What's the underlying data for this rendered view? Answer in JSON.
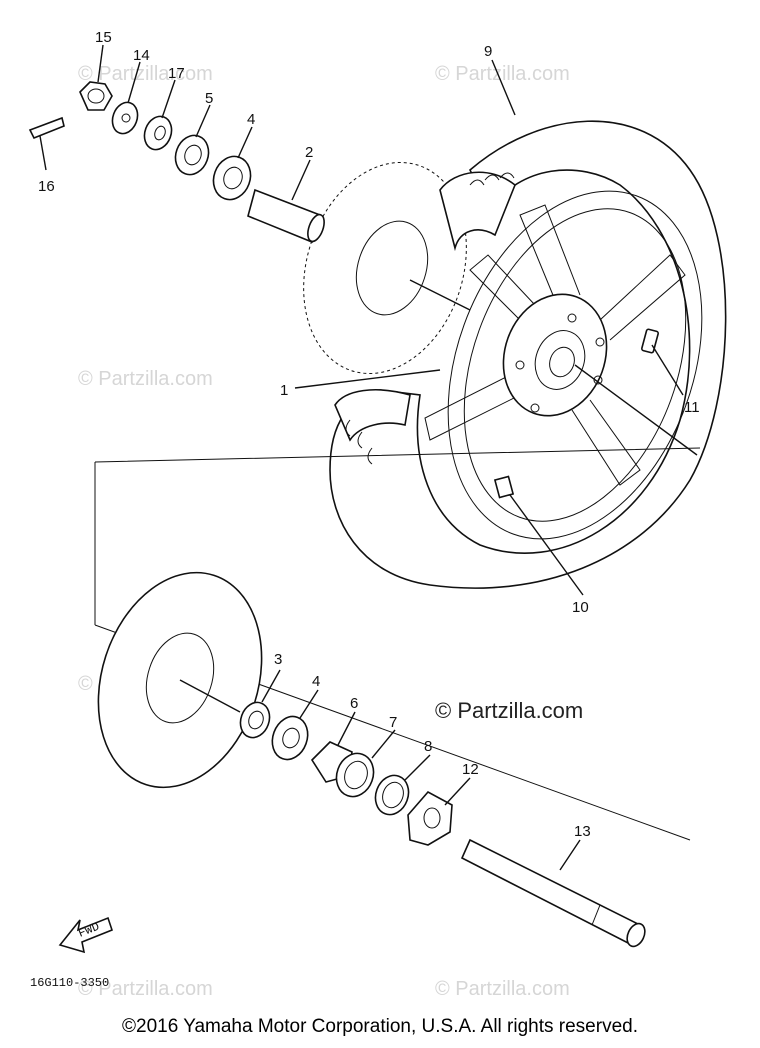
{
  "watermark": "© Partzilla.com",
  "drawing_code": "16G110-3350",
  "fwd_label": "FWD",
  "copyright": "©2016 Yamaha Motor Corporation, U.S.A. All rights reserved.",
  "callouts": {
    "c1": "1",
    "c2": "2",
    "c3": "3",
    "c4a": "4",
    "c4b": "4",
    "c5": "5",
    "c6": "6",
    "c7": "7",
    "c8": "8",
    "c9": "9",
    "c10": "10",
    "c11": "11",
    "c12": "12",
    "c13": "13",
    "c14": "14",
    "c15": "15",
    "c16": "16",
    "c17": "17"
  }
}
